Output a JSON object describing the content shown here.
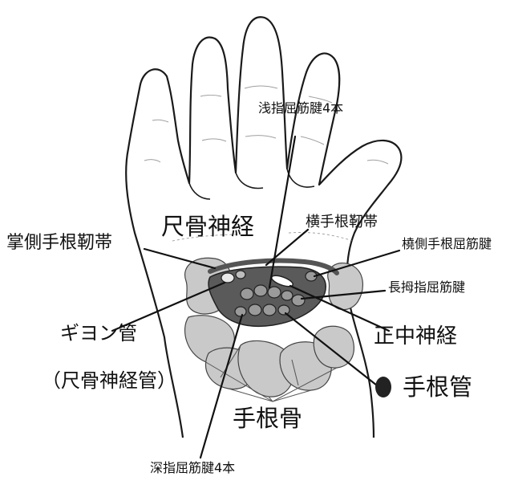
{
  "labels": {
    "flexor_superficialis": "浅指屈筋腱4本",
    "ulnar_nerve": "尺骨神経",
    "transverse_carpal_ligament": "横手根靭帯",
    "palmar_carpal_ligament": "掌側手根靭帯",
    "flexor_carpi_radialis": "橈側手根屈筋腱",
    "flexor_pollicis_longus": "長拇指屈筋腱",
    "guyon_canal": "ギヨン管",
    "ulnar_canal": "（尺骨神経管）",
    "median_nerve": "正中神経",
    "carpal_tunnel": "手根管",
    "carpal_bones": "手根骨",
    "flexor_profundus": "深指屈筋腱4本"
  },
  "colors": {
    "outline": "#1a1a1a",
    "bone": "#c9c9c9",
    "canal": "#5a5a5a",
    "tendon": "#9a9a9a",
    "marker": "#222222"
  }
}
